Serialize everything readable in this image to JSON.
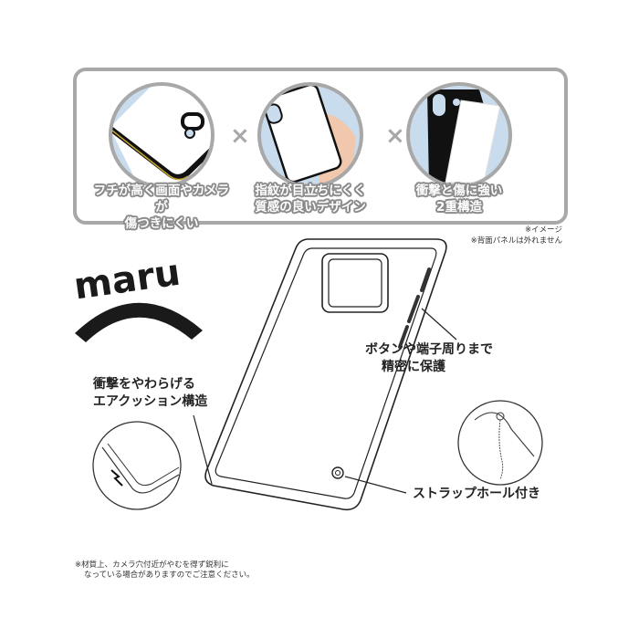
{
  "logo": {
    "text": "maru"
  },
  "features": [
    {
      "line1": "フチが高く画面やカメラが",
      "line2": "傷つきにくい",
      "icon": "camera-edge-closeup"
    },
    {
      "line1": "指紋が目立ちにくく",
      "line2": "質感の良いデザイン",
      "icon": "hand-holding-phone"
    },
    {
      "line1": "衝撃と傷に強い",
      "line2": "2重構造",
      "icon": "double-layer-structure"
    }
  ],
  "separator": "×",
  "notes": {
    "image": "※イメージ",
    "panel": "※背面パネルは外れません"
  },
  "callouts": {
    "buttons": {
      "line1": "ボタンや端子周りまで",
      "line2": "精密に保護"
    },
    "cushion": {
      "line1": "衝撃をやわらげる",
      "line2": "エアクッション構造"
    },
    "strap": "ストラップホール付き"
  },
  "footnote": {
    "line1": "※材質上、カメラ穴付近がやむを得ず鋭利に",
    "line2": "なっている場合がありますのでご注意ください。"
  },
  "colors": {
    "circle_bg": "#c9dcee",
    "border_gray": "#a8a8a8",
    "logo": "#1a1a1a"
  }
}
